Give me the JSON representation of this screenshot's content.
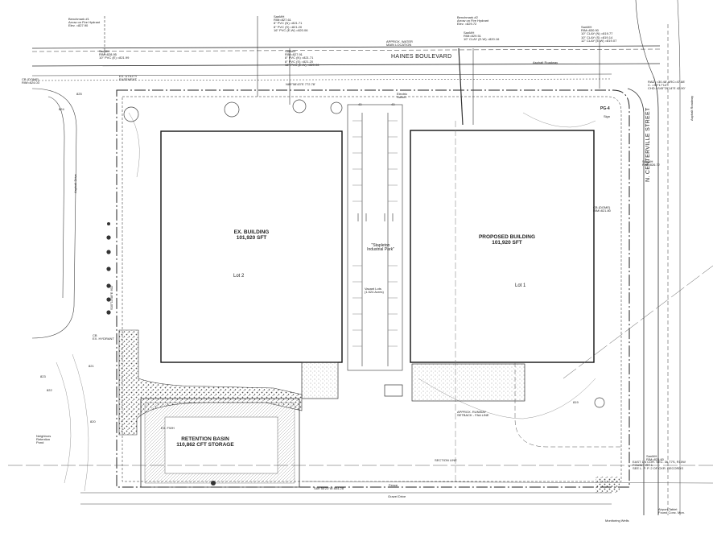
{
  "streets": {
    "north": "HAINES BOULEVARD",
    "east": "N. CENTERVILLE STREET"
  },
  "buildings": {
    "existing": {
      "name": "EX. BUILDING",
      "area": "101,920 SFT",
      "lot": "Lot 2"
    },
    "proposed": {
      "name": "PROPOSED BUILDING",
      "area": "101,920 SFT",
      "lot": "Lot 1"
    }
  },
  "park": {
    "line1": "\"Stapleton",
    "line2": "Industrial Park\""
  },
  "retention": {
    "title": "RETENTION BASIN",
    "storage": "110,862 CFT STORAGE"
  },
  "benchmarks": {
    "bm1": [
      "Benchmark #1",
      "Arrow on Fire Hydrant",
      "Elev. =827.90"
    ],
    "bm2": [
      "Benchmark #2",
      "Arrow on Fire Hydrant",
      "Elev. =829.72"
    ]
  },
  "sewers": {
    "s1": [
      "SanMH",
      "RIM=828.95",
      "10\" PVC (E) =821.99"
    ],
    "s2": [
      "SanMH",
      "RIM=827.61",
      "8\" PVC (N) =821.71",
      "8\" PVC (S) =821.20",
      "16\" PVC (E-W) =820.06"
    ],
    "s3": [
      "SanMH",
      "RIM=827.91",
      "8\" PVC (N) =821.71",
      "8\" PVC (S) =821.20",
      "16\" PVC (E-W) =820.06"
    ],
    "s4": [
      "SanMH",
      "RIM=829.51",
      "10\" CLAY (E-W) =820.16"
    ],
    "s5": [
      "SanMH",
      "RIM=830.90",
      "10\" CLAY (N) =819.77",
      "10\" CLAY (S) =819.14",
      "12\" CLAY (E-W) =819.07"
    ],
    "s6": [
      "SanMH",
      "RIM=826.72"
    ],
    "s7": [
      "SanMH",
      "RIM=825.60"
    ]
  },
  "notes": {
    "water": [
      "APPROX. WATER",
      "MAIN LOCATION"
    ],
    "utility": [
      "EX. UTILITY",
      "EASEMENT"
    ],
    "cb_left": [
      "CB (DOME)",
      "RIM=824.03"
    ],
    "cb_right": [
      "CB (DOME)",
      "RIM=821.80"
    ],
    "cb_low": [
      "CB",
      "EX. HYDRANT"
    ],
    "vacant": [
      "Vacant Lots",
      "(1.524 Acres)"
    ],
    "setback": [
      "APPROX. RUNWAY",
      "SETBACK - FAA LINE"
    ],
    "section": "SECTION LINE",
    "fence": "Fence",
    "gravel": "Gravel Drive",
    "wells": "Monitoring Wells",
    "neighbor": [
      "Neighbors",
      "Retention",
      "Pond"
    ],
    "airport": [
      "Airport Tablet",
      "Found Conc. Mon."
    ],
    "ex_fire": "EX. FWH",
    "asphalt_top": "Asphalt Roadway",
    "asphalt_right": "Asphalt Roadway",
    "asphalt_left": "Asphalt Drive",
    "electric": [
      "Electric",
      "Switch"
    ],
    "sign": "Sign",
    "curve": [
      "RAD. =30.48' ARC=47.88'",
      "C. =30°17'14\"",
      "CHD.=S45°29'14\"E 42.90'"
    ],
    "east_pipe": [
      "EAST 1/4 COR. SEC. 36 T7S, R10W",
      "FOUND IRT 1",
      "SEE L. P. P. 2 OF CKR. RECORDS"
    ],
    "tag": "PG-4",
    "ell_top": "W",
    "ell_bottom": "W",
    "stall_left": "43",
    "stall_right": "43"
  },
  "bearings": {
    "north": "N89°58'43\"E 772.78'",
    "south": "S89°55'23\"W 804.28'",
    "west": "S00°13'08\"E 602'"
  },
  "contours": [
    "825",
    "824",
    "823",
    "822",
    "821",
    "820",
    "819"
  ]
}
